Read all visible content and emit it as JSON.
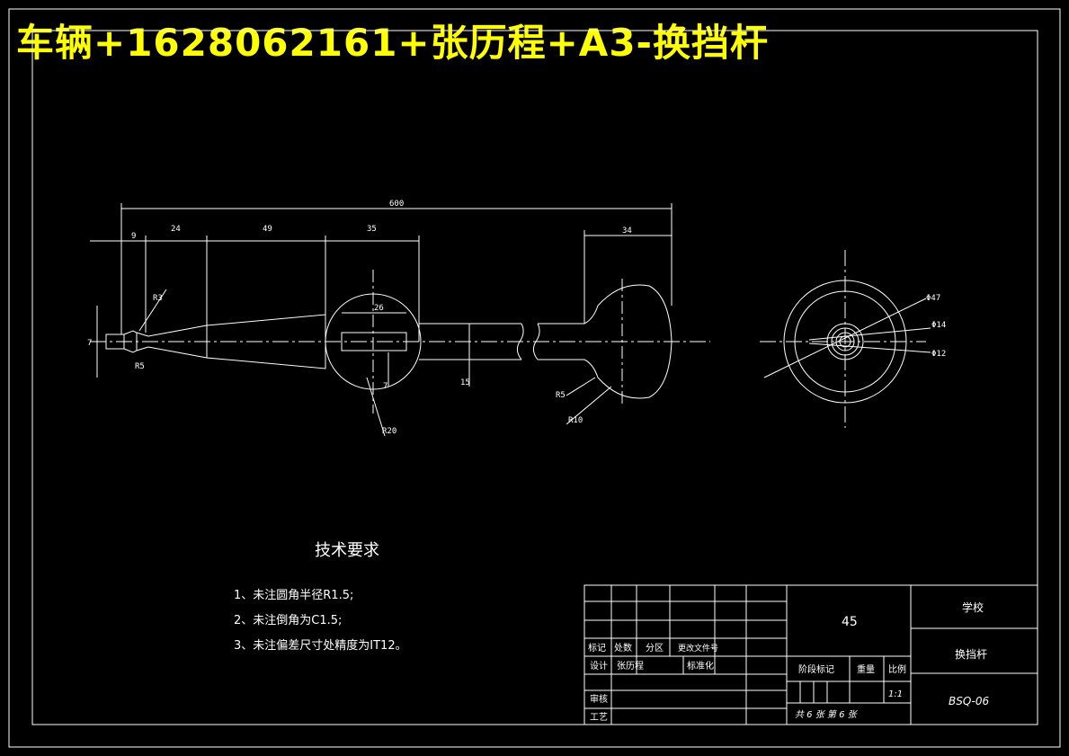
{
  "banner": "车辆+1628062161+张历程+A3-换挡杆",
  "dimensions": {
    "total_length": "600",
    "d9": "9",
    "d24": "24",
    "d49": "49",
    "d35": "35",
    "d34": "34",
    "d26": "26",
    "d7_left": "7",
    "d7_ball": "7",
    "r3": "R3",
    "r5": "R5",
    "r20": "R20",
    "d15": "15",
    "r5_knob": "R5",
    "r10": "R10",
    "phi47": "Φ47",
    "phi14": "Φ14",
    "phi12": "Φ12"
  },
  "tech_req": {
    "title": "技术要求",
    "items": [
      "1、未注圆角半径R1.5;",
      "2、未注倒角为C1.5;",
      "3、未注偏差尺寸处精度为IT12。"
    ]
  },
  "title_block": {
    "material": "45",
    "school": "学校",
    "part_name": "换挡杆",
    "drawing_no": "BSQ-06",
    "scale": "1:1",
    "col_labels": [
      "标记",
      "处数",
      "分区",
      "更改文件号"
    ],
    "design_label": "设计",
    "designer": "张历程",
    "standardize_label": "标准化",
    "review_label": "审核",
    "process_label": "工艺",
    "stage_mark": "阶段标记",
    "weight": "重量",
    "ratio": "比例",
    "sheet_info": "共 6 张   第 6 张"
  }
}
